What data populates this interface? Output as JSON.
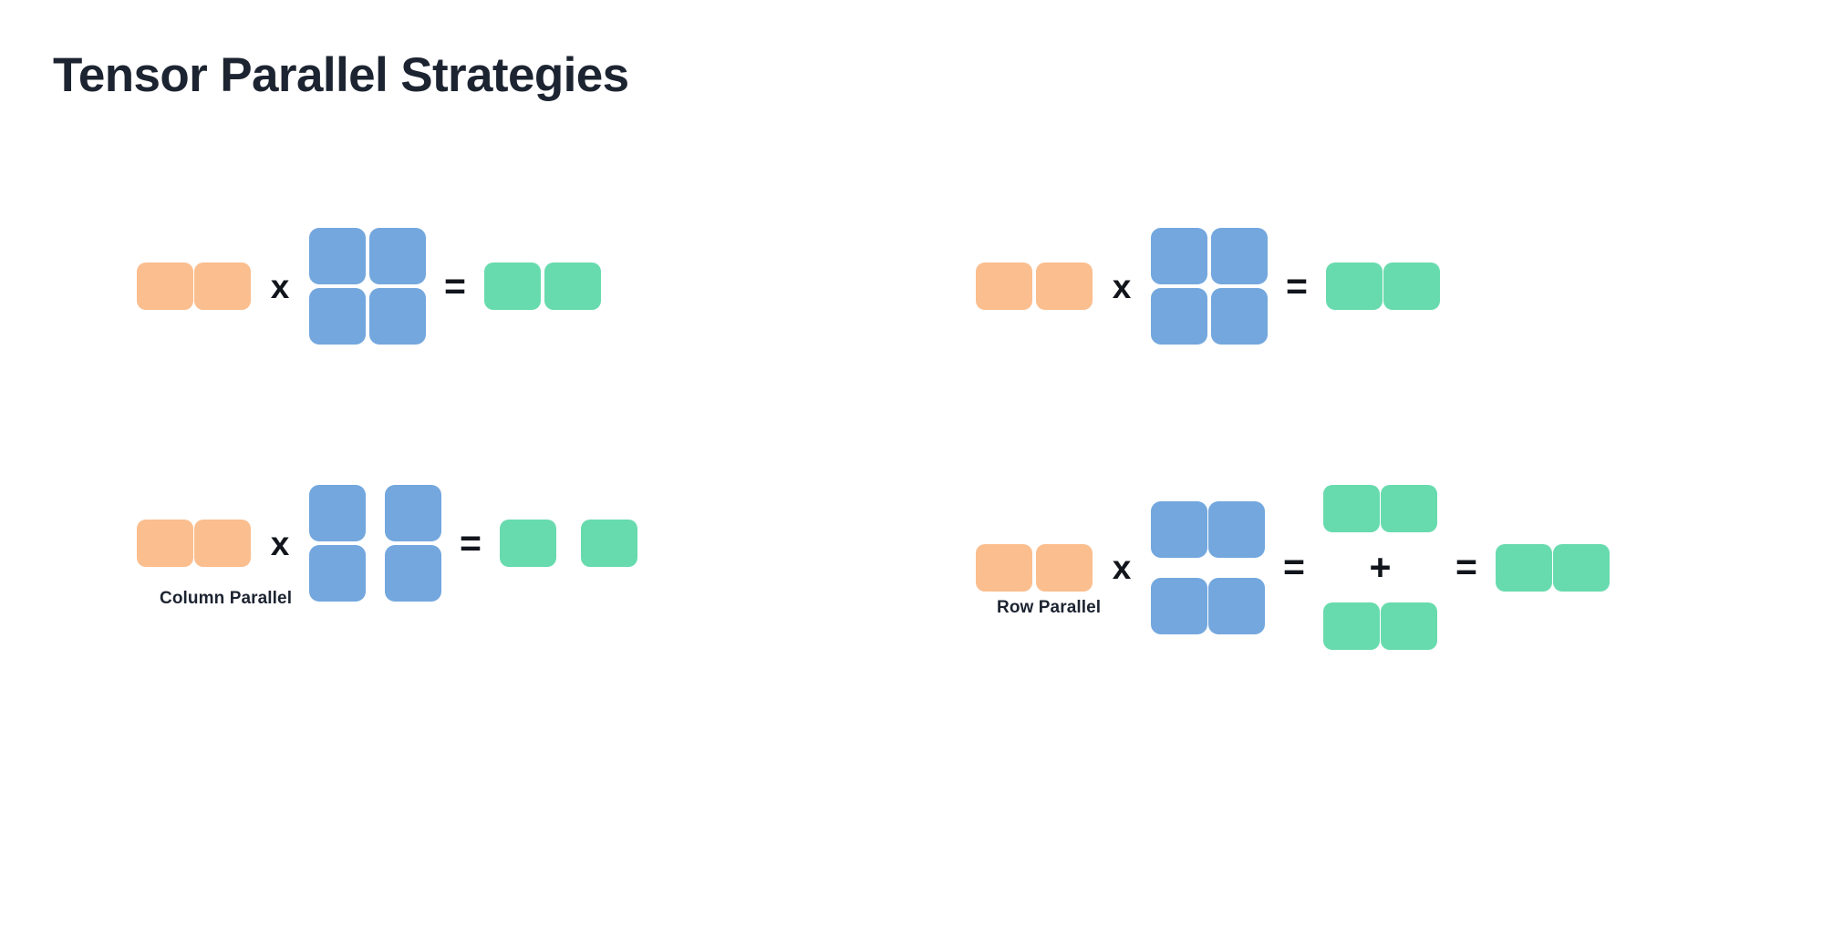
{
  "page": {
    "title": "Tensor Parallel Strategies",
    "background_color": "#ffffff"
  },
  "colors": {
    "input_orange": "#fbbe8e",
    "weight_blue": "#73a7de",
    "output_green": "#68dbae",
    "text_dark": "#1d2431",
    "operator_black": "#12161c"
  },
  "operators": {
    "times": "x",
    "equals": "=",
    "plus": "+"
  },
  "panels": [
    {
      "id": "column-parallel",
      "caption": "Column Parallel",
      "equations": [
        {
          "id": "column-parallel-unsharded",
          "role": "unsharded-reference",
          "terms": [
            {
              "kind": "matrix",
              "name": "input-activations",
              "color_key": "input_orange",
              "rows": 1,
              "cols": 2,
              "split": "none"
            },
            {
              "kind": "operator",
              "name": "times",
              "symbol": "x"
            },
            {
              "kind": "matrix",
              "name": "weight-matrix",
              "color_key": "weight_blue",
              "rows": 2,
              "cols": 2,
              "split": "none"
            },
            {
              "kind": "operator",
              "name": "equals",
              "symbol": "="
            },
            {
              "kind": "matrix",
              "name": "output-activations",
              "color_key": "output_green",
              "rows": 1,
              "cols": 2,
              "split": "none"
            }
          ]
        },
        {
          "id": "column-parallel-sharded",
          "role": "sharded",
          "terms": [
            {
              "kind": "matrix",
              "name": "input-activations",
              "color_key": "input_orange",
              "rows": 1,
              "cols": 2,
              "split": "none"
            },
            {
              "kind": "operator",
              "name": "times",
              "symbol": "x"
            },
            {
              "kind": "matrix",
              "name": "weight-matrix-column-sharded",
              "color_key": "weight_blue",
              "rows": 2,
              "cols": 2,
              "split": "columns",
              "shards": 2
            },
            {
              "kind": "operator",
              "name": "equals",
              "symbol": "="
            },
            {
              "kind": "matrix",
              "name": "output-activations-column-sharded",
              "color_key": "output_green",
              "rows": 1,
              "cols": 2,
              "split": "columns",
              "shards": 2
            }
          ]
        }
      ]
    },
    {
      "id": "row-parallel",
      "caption": "Row Parallel",
      "equations": [
        {
          "id": "row-parallel-unsharded",
          "role": "unsharded-reference",
          "terms": [
            {
              "kind": "matrix",
              "name": "input-activations",
              "color_key": "input_orange",
              "rows": 1,
              "cols": 2,
              "split": "none"
            },
            {
              "kind": "operator",
              "name": "times",
              "symbol": "x"
            },
            {
              "kind": "matrix",
              "name": "weight-matrix",
              "color_key": "weight_blue",
              "rows": 2,
              "cols": 2,
              "split": "none"
            },
            {
              "kind": "operator",
              "name": "equals",
              "symbol": "="
            },
            {
              "kind": "matrix",
              "name": "output-activations",
              "color_key": "output_green",
              "rows": 1,
              "cols": 2,
              "split": "none"
            }
          ]
        },
        {
          "id": "row-parallel-sharded",
          "role": "sharded",
          "terms": [
            {
              "kind": "matrix",
              "name": "input-activations",
              "color_key": "input_orange",
              "rows": 1,
              "cols": 2,
              "split": "none"
            },
            {
              "kind": "operator",
              "name": "times",
              "symbol": "x"
            },
            {
              "kind": "matrix",
              "name": "weight-matrix-row-sharded",
              "color_key": "weight_blue",
              "rows": 2,
              "cols": 2,
              "split": "rows",
              "shards": 2
            },
            {
              "kind": "operator",
              "name": "equals",
              "symbol": "="
            },
            {
              "kind": "accumulator",
              "name": "partial-sum-stack",
              "color_key": "output_green",
              "parts": [
                {
                  "name": "partial-output-shard-0",
                  "rows": 1,
                  "cols": 2
                },
                {
                  "name": "partial-output-shard-1",
                  "rows": 1,
                  "cols": 2
                }
              ],
              "join_symbol": "+"
            },
            {
              "kind": "operator",
              "name": "equals",
              "symbol": "="
            },
            {
              "kind": "matrix",
              "name": "reduced-output-activations",
              "color_key": "output_green",
              "rows": 1,
              "cols": 2,
              "split": "none"
            }
          ]
        }
      ]
    }
  ]
}
